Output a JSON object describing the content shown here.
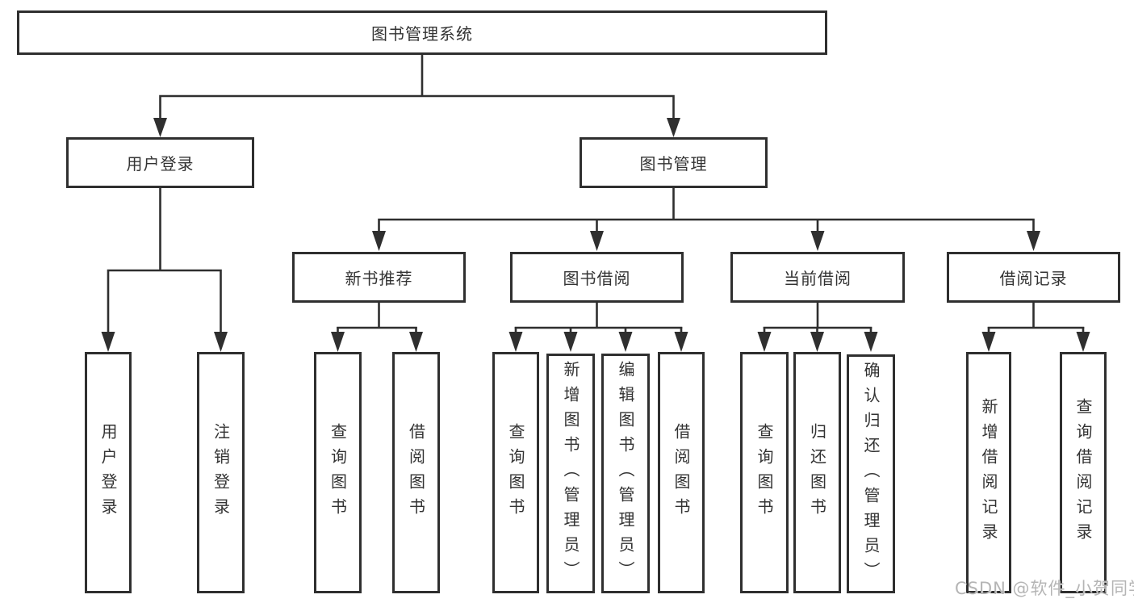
{
  "diagram": {
    "title": "图书管理系统",
    "branches": {
      "user_login": {
        "label": "用户登录",
        "children": {
          "login": {
            "label": "用户登录"
          },
          "logout": {
            "label": "注销登录"
          }
        }
      },
      "book_mgmt": {
        "label": "图书管理",
        "children": {
          "new_book": {
            "label": "新书推荐",
            "children": {
              "query": {
                "label": "查询图书"
              },
              "borrow": {
                "label": "借阅图书"
              }
            }
          },
          "borrowing": {
            "label": "图书借阅",
            "children": {
              "query": {
                "label": "查询图书"
              },
              "add": {
                "label": "新增图书（管理员）"
              },
              "edit": {
                "label": "编辑图书（管理员）"
              },
              "borrow": {
                "label": "借阅图书"
              }
            }
          },
          "current": {
            "label": "当前借阅",
            "children": {
              "query": {
                "label": "查询图书"
              },
              "return": {
                "label": "归还图书"
              },
              "confirm": {
                "label": "确认归还（管理员）"
              }
            }
          },
          "records": {
            "label": "借阅记录",
            "children": {
              "add": {
                "label": "新增借阅记录"
              },
              "query": {
                "label": "查询借阅记录"
              }
            }
          }
        }
      }
    },
    "watermark": "CSDN @软件_小贺同学",
    "colors": {
      "line": "#2f2f2f",
      "text": "#333333",
      "background": "#ffffff",
      "watermark": "#b5b5b5"
    }
  }
}
